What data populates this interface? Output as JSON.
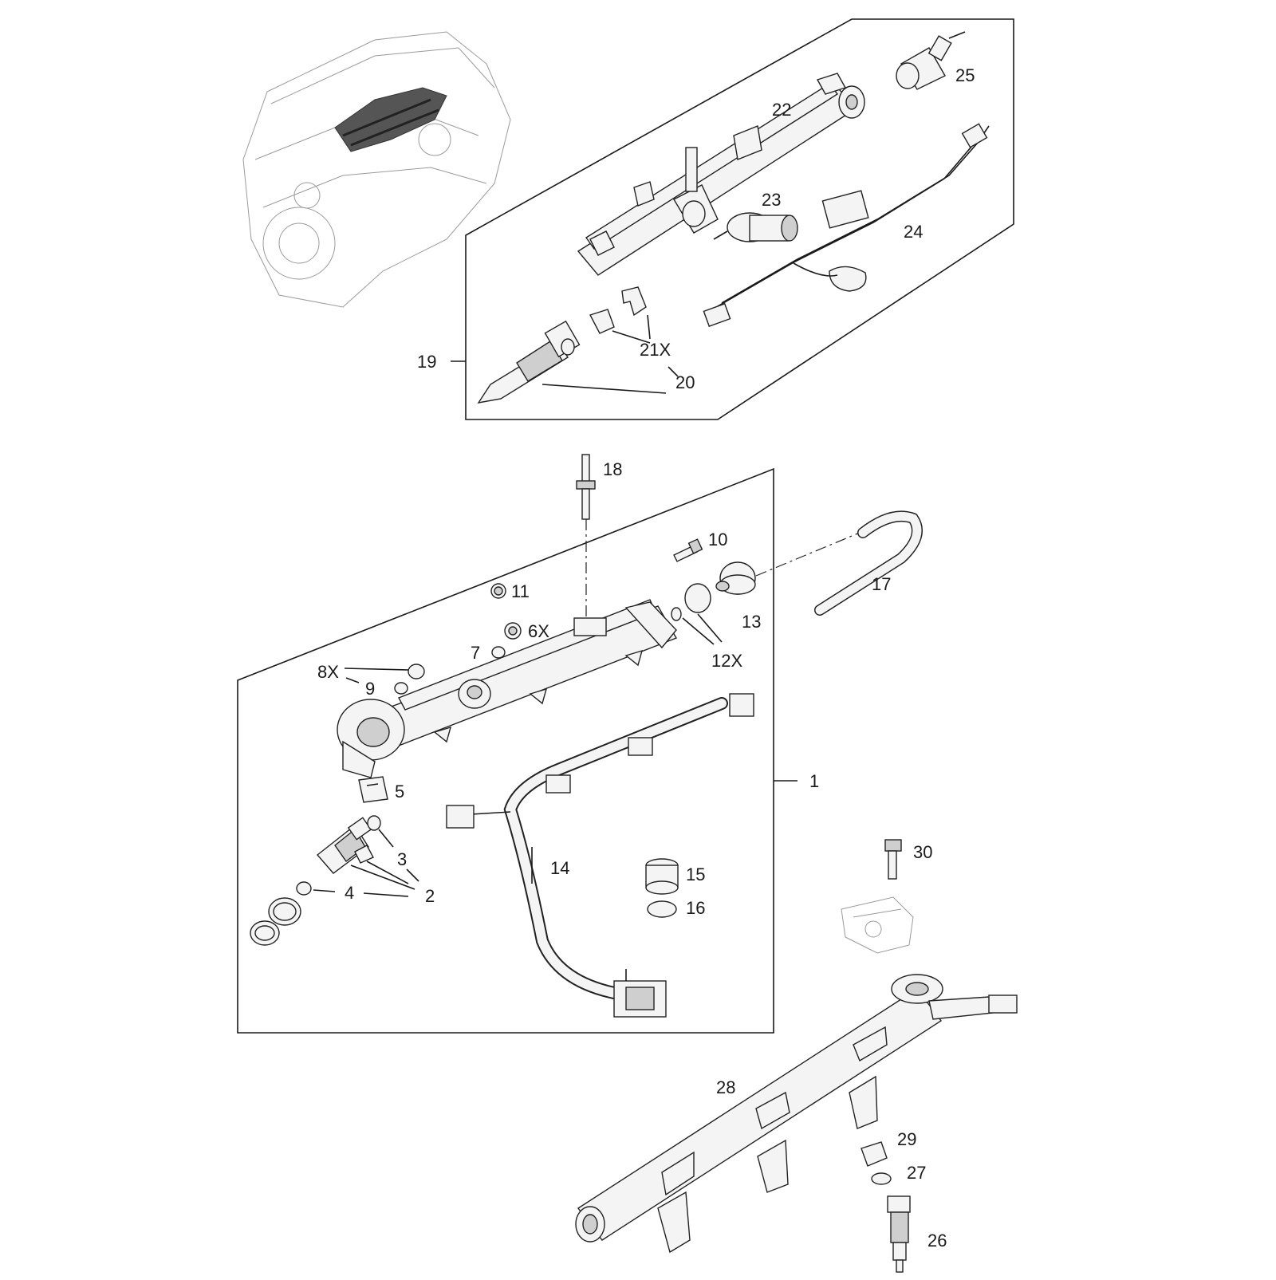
{
  "callouts": {
    "c1": "1",
    "c2": "2",
    "c3": "3",
    "c4": "4",
    "c5": "5",
    "c6": "6X",
    "c7": "7",
    "c8": "8X",
    "c9": "9",
    "c10": "10",
    "c11": "11",
    "c12": "12X",
    "c13": "13",
    "c14": "14",
    "c15": "15",
    "c16": "16",
    "c17": "17",
    "c18": "18",
    "c19": "19",
    "c20": "20",
    "c21": "21X",
    "c22": "22",
    "c23": "23",
    "c24": "24",
    "c25": "25",
    "c26": "26",
    "c27": "27",
    "c28": "28",
    "c29": "29",
    "c30": "30"
  },
  "colors": {
    "line": "#1a1a1a",
    "part_fill": "#f4f4f4",
    "shade": "#cfcfcf"
  }
}
